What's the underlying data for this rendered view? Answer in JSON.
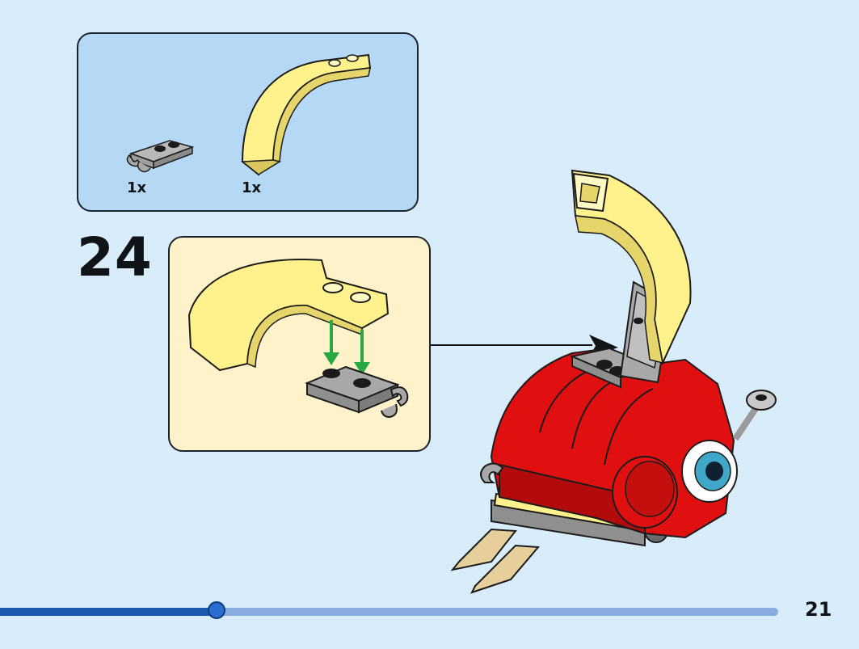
{
  "step": {
    "number": "24"
  },
  "parts_list": {
    "items": [
      {
        "quantity": "1x",
        "part": "gray-plate-with-clip-icon",
        "color": "#9a9a9a"
      },
      {
        "quantity": "1x",
        "part": "yellow-curved-arch-icon",
        "color": "#fff28c"
      }
    ]
  },
  "page": {
    "number": "21"
  },
  "progress": {
    "fraction": 0.278
  },
  "colors": {
    "background": "#d8ecfa",
    "parts_box": "#b5d9f5",
    "callout_box": "#fdf2c9",
    "model_red": "#e01010",
    "progress_fill": "#1a5bb0",
    "progress_track": "#8aaddf"
  }
}
